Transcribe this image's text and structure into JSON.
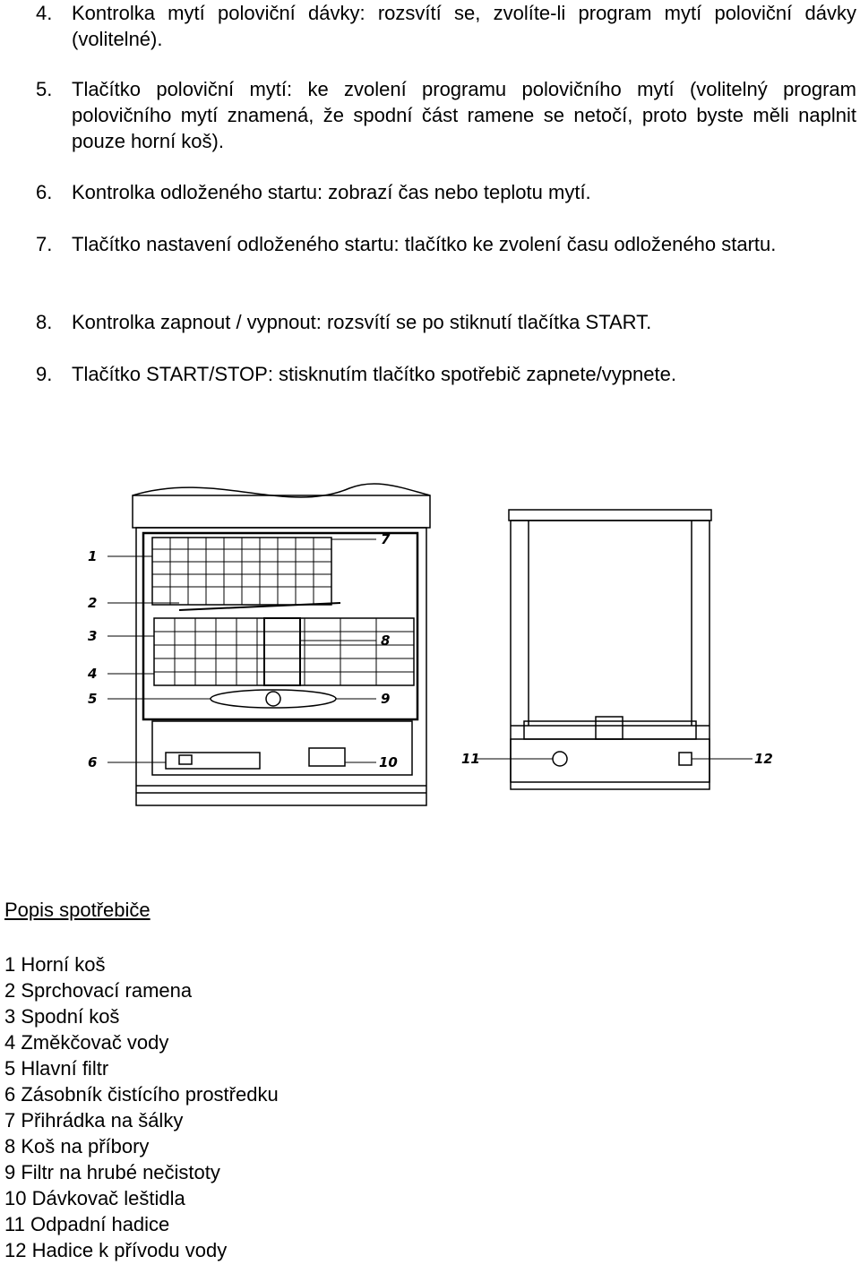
{
  "items": [
    {
      "num": "4.",
      "text": "Kontrolka mytí poloviční dávky: rozsvítí se, zvolíte-li program mytí poloviční dávky (volitelné)."
    },
    {
      "num": "5.",
      "text": "Tlačítko poloviční mytí: ke zvolení programu polovičního mytí (volitelný program polovičního mytí znamená, že spodní část ramene se netočí, proto byste měli naplnit pouze horní koš)."
    },
    {
      "num": "6.",
      "text": "Kontrolka odloženého startu: zobrazí čas nebo teplotu mytí."
    },
    {
      "num": "7.",
      "text": "Tlačítko nastavení odloženého startu: tlačítko ke zvolení času odloženého startu."
    },
    {
      "num": "8.",
      "text": "Kontrolka zapnout / vypnout: rozsvítí se po stiknutí tlačítka START."
    },
    {
      "num": "9.",
      "text": "Tlačítko START/STOP: stisknutím tlačítko spotřebič zapnete/vypnete."
    }
  ],
  "figure": {
    "labels": [
      "1",
      "2",
      "3",
      "4",
      "5",
      "6",
      "7",
      "8",
      "9",
      "10",
      "11",
      "12"
    ]
  },
  "legend": {
    "title": "Popis spotřebiče",
    "entries": [
      "1 Horní koš",
      "2 Sprchovací ramena",
      "3 Spodní koš",
      "4 Změkčovač vody",
      "5 Hlavní filtr",
      "6 Zásobník čistícího prostředku",
      "7 Přihrádka na šálky",
      "8 Koš na příbory",
      "9 Filtr na hrubé nečistoty",
      "10 Dávkovač leštidla",
      "11 Odpadní hadice",
      "12 Hadice k přívodu vody"
    ]
  }
}
